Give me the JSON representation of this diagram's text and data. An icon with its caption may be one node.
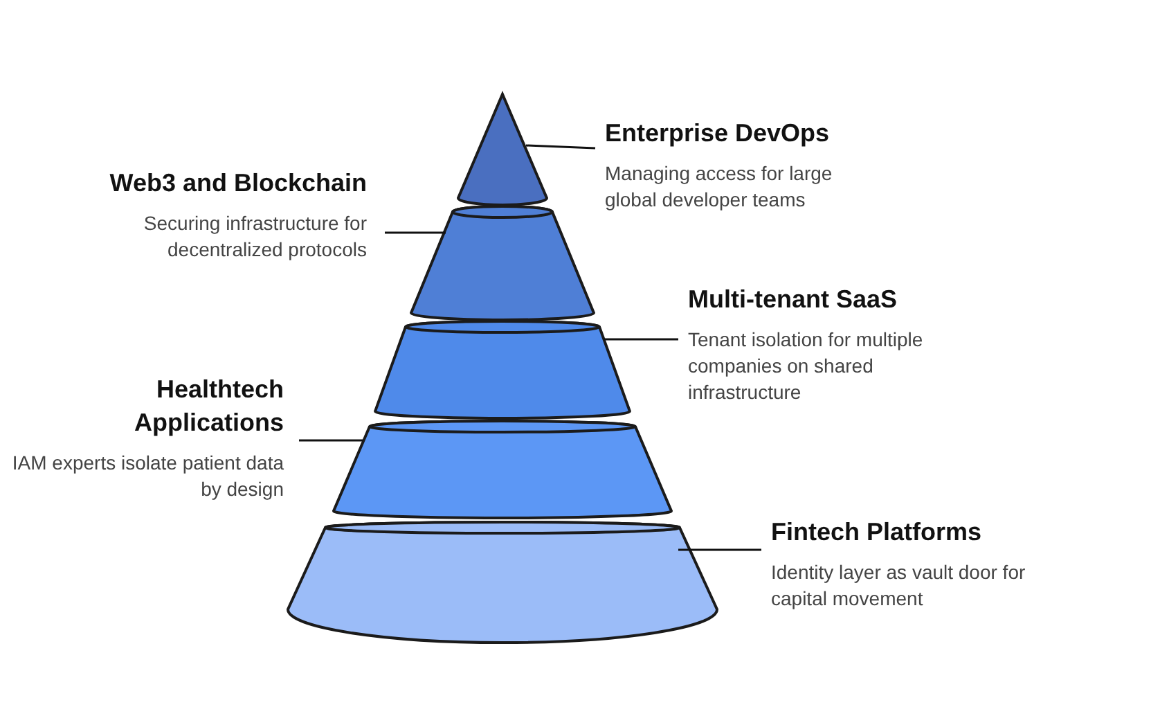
{
  "diagram": {
    "nodes": [
      {
        "text": [
          "Enterprise DevOps",
          "Managing access for large global developer teams"
        ]
      },
      {
        "text": [
          "Web3 and Blockchain",
          "Securing infrastructure for decentralized protocols"
        ]
      },
      {
        "text": [
          "Multi-tenant SaaS",
          "Tenant isolation for multiple companies on shared infrastructure"
        ]
      },
      {
        "text": [
          "Healthtech Applications",
          "IAM experts isolate patient data by design"
        ]
      },
      {
        "text": [
          "Fintech Platforms",
          "Identity layer as vault door for capital movement"
        ]
      },
      {
        "text": [],
        "shape": "cone"
      },
      {
        "text": [],
        "shape": "cone"
      },
      {
        "text": [],
        "shape": "cone"
      },
      {
        "text": [],
        "shape": "cone"
      },
      {
        "text": [],
        "shape": "cone"
      }
    ],
    "edges": [
      {
        "from": 0,
        "to": 5,
        "arrow": "none"
      },
      {
        "from": 1,
        "to": 6,
        "arrow": "none"
      },
      {
        "from": 2,
        "to": 7,
        "arrow": "none"
      },
      {
        "from": 3,
        "to": 8,
        "arrow": "none"
      },
      {
        "from": 4,
        "to": 9,
        "arrow": "none"
      }
    ]
  }
}
